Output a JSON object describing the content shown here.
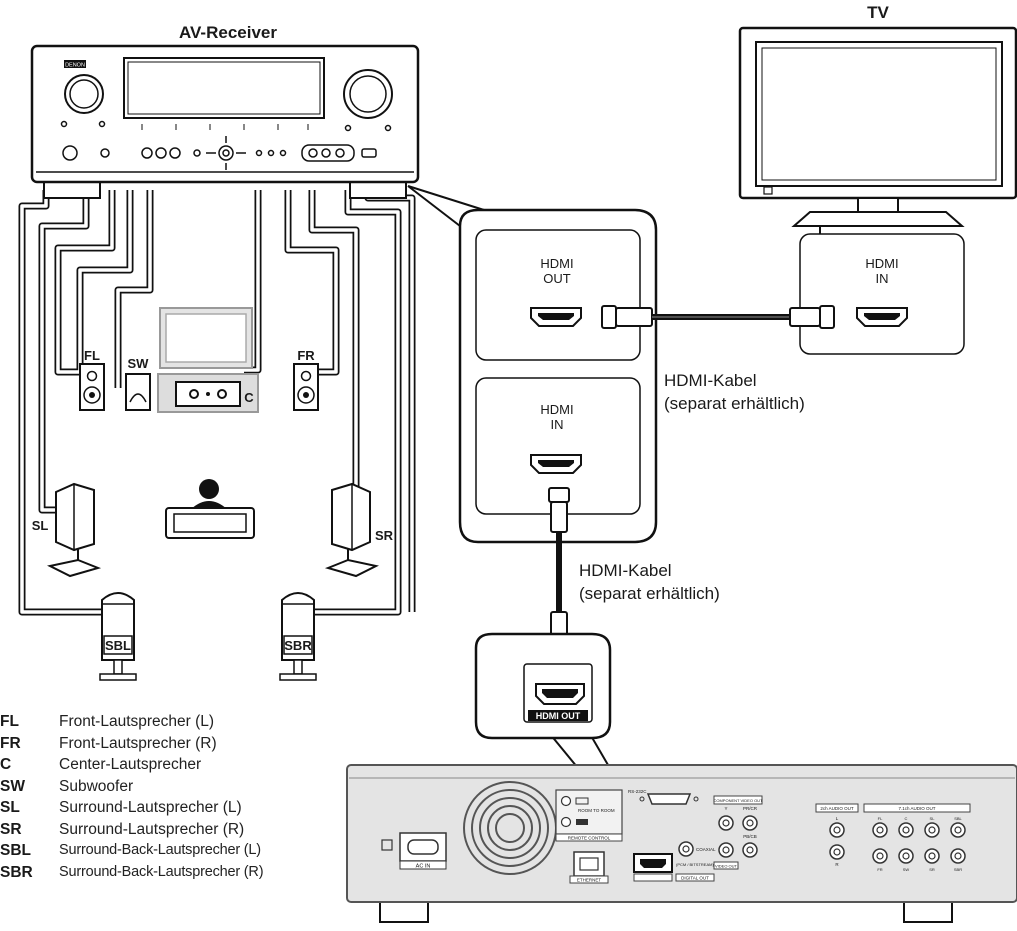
{
  "labels": {
    "receiver": "AV-Receiver",
    "tv": "TV",
    "receiver_brand": "DENON"
  },
  "ports": {
    "receiver_out": [
      "HDMI",
      "OUT"
    ],
    "receiver_in": [
      "HDMI",
      "IN"
    ],
    "tv_in": [
      "HDMI",
      "IN"
    ],
    "player_out": "HDMI OUT"
  },
  "cables": {
    "top": [
      "HDMI-Kabel",
      "(separat erhältlich)"
    ],
    "bottom": [
      "HDMI-Kabel",
      "(separat erhältlich)"
    ]
  },
  "speakers": [
    "FL",
    "SW",
    "FR",
    "C",
    "SL",
    "SR",
    "SBL",
    "SBR"
  ],
  "legend": [
    {
      "abbr": "FL",
      "desc": "Front-Lautsprecher (L)"
    },
    {
      "abbr": "FR",
      "desc": "Front-Lautsprecher (R)"
    },
    {
      "abbr": "C",
      "desc": "Center-Lautsprecher"
    },
    {
      "abbr": "SW",
      "desc": "Subwoofer"
    },
    {
      "abbr": "SL",
      "desc": "Surround-Lautsprecher (L)"
    },
    {
      "abbr": "SR",
      "desc": "Surround-Lautsprecher (R)"
    },
    {
      "abbr": "SBL",
      "desc": "Surround-Back-Lautsprecher (L)"
    },
    {
      "abbr": "SBR",
      "desc": "Surround-Back-Lautsprecher (R)"
    }
  ],
  "player_panel": {
    "room_to_room": "ROOM TO ROOM",
    "remote_control": "REMOTE CONTROL",
    "rs232c": "RS-232C",
    "ethernet": "ETHERNET",
    "coaxial": "COAXIAL",
    "digital_out": "DIGITAL OUT",
    "pcm": "(PCM / BITSTREAM)",
    "component": "COMPONENT VIDEO OUT",
    "video_out": "VIDEO OUT",
    "y": "Y",
    "pb": "PB/CB",
    "pr": "PR/CR",
    "ch2": "2ch AUDIO OUT",
    "ch71": "7.1ch AUDIO OUT",
    "ac_in": "AC IN",
    "l": "L",
    "r": "R"
  }
}
